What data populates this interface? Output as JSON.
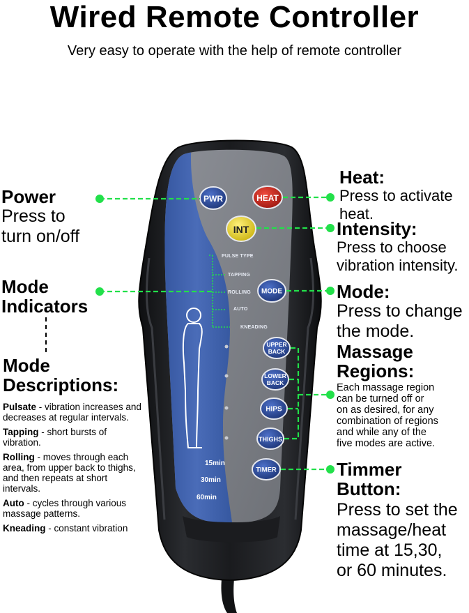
{
  "title": "Wired Remote Controller",
  "subtitle": "Very easy to operate with the help of remote controller",
  "remote": {
    "buttons": {
      "pwr": "PWR",
      "heat": "HEAT",
      "int": "INT",
      "mode": "MODE",
      "upper_back_1": "UPPER",
      "upper_back_2": "BACK",
      "lower_back_1": "LOWER",
      "lower_back_2": "BACK",
      "hips": "HIPS",
      "thighs": "THIGHS",
      "timer": "TIMER"
    },
    "mode_indicators": [
      "PULSE TYPE",
      "TAPPING",
      "ROLLING",
      "AUTO",
      "KNEADING"
    ],
    "timer_options": [
      "15min",
      "30min",
      "60min"
    ],
    "colors": {
      "body": "#1c1d20",
      "face_gray": "#7c7f86",
      "face_blue": "#3d5ea8",
      "button_blue": "#2b4a9a",
      "button_red": "#c8281e",
      "button_yellow": "#e8d21c",
      "callout_green": "#22e04a"
    }
  },
  "callouts": {
    "power": {
      "heading": "Power",
      "line1": "Press to",
      "line2": "turn on/off"
    },
    "mode_indicators": {
      "heading1": "Mode",
      "heading2": "Indicators"
    },
    "mode_descriptions": {
      "heading1": "Mode",
      "heading2": "Descriptions:",
      "items": [
        {
          "name": "Pulsate",
          "text": " - vibration increases and decreases at regular intervals."
        },
        {
          "name": "Tapping",
          "text": " - short bursts of vibration."
        },
        {
          "name": "Rolling",
          "text": " - moves through each area, from upper back to thighs, and then repeats at short intervals."
        },
        {
          "name": "Auto",
          "text": " - cycles through various massage patterns."
        },
        {
          "name": "Kneading",
          "text": " - constant vibration"
        }
      ]
    },
    "heat": {
      "heading": "Heat:",
      "line1": "Press to activate",
      "line2": "heat."
    },
    "intensity": {
      "heading": "Intensity:",
      "line1": "Press to choose",
      "line2": "vibration intensity."
    },
    "mode": {
      "heading": "Mode:",
      "line1": "Press to change",
      "line2": "the mode."
    },
    "regions": {
      "heading1": "Massage",
      "heading2": "Regions:",
      "lines": [
        "Each massage region",
        "can be turned off or",
        "on as desired,  for any",
        "combination of regions",
        "and while any of the",
        "five modes are active."
      ]
    },
    "timer": {
      "heading1": "Timmer",
      "heading2": "Button:",
      "lines": [
        "Press to set the",
        "massage/heat",
        "time at 15,30,",
        "or 60 minutes."
      ]
    }
  }
}
